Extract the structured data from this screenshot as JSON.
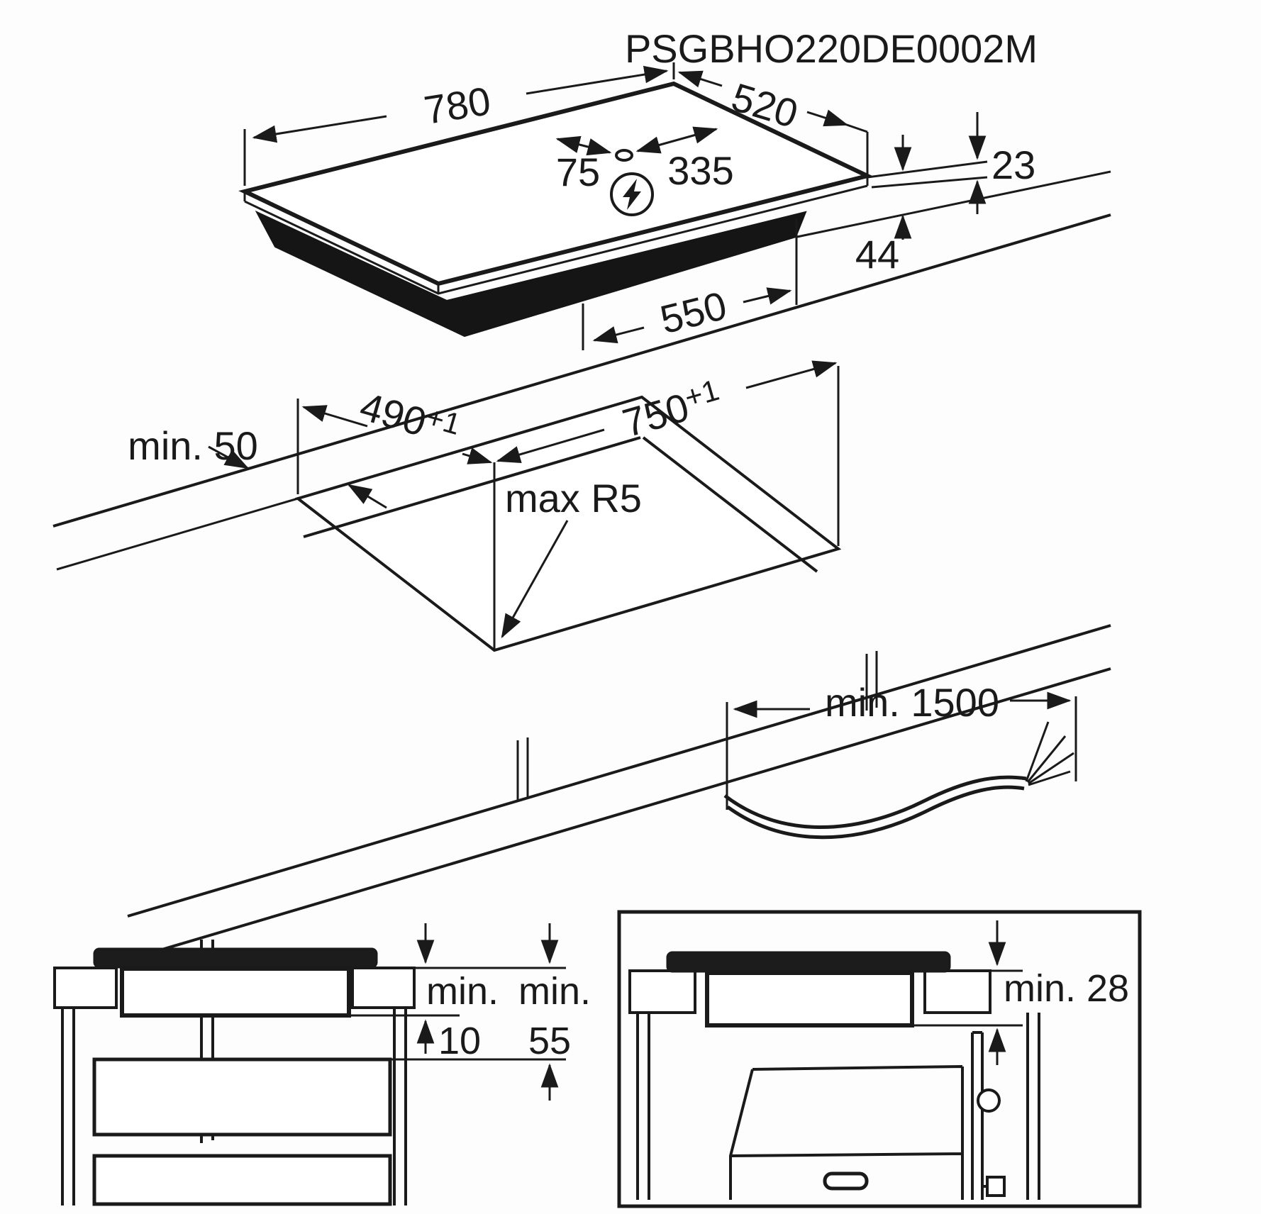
{
  "title": "PSGBHO220DE0002M",
  "hob": {
    "width": "780",
    "depth": "520",
    "cable_hole_from_rear": "75",
    "cable_hole_from_right": "335",
    "top_thickness": "23",
    "body_depth_below": "44",
    "body_width": "550"
  },
  "cutout": {
    "rear_clearance": "min. 50",
    "depth": "490",
    "depth_tolerance": "+1",
    "width": "750",
    "width_tolerance": "+1",
    "corner_radius": "max R5"
  },
  "cable": {
    "min_length": "min. 1500"
  },
  "side_view": {
    "min_label_top": "min.",
    "clearance_below_hob": "10",
    "min_label_right": "min.",
    "clearance_to_drawer": "55"
  },
  "oven_view": {
    "clearance_above_oven": "min. 28"
  }
}
